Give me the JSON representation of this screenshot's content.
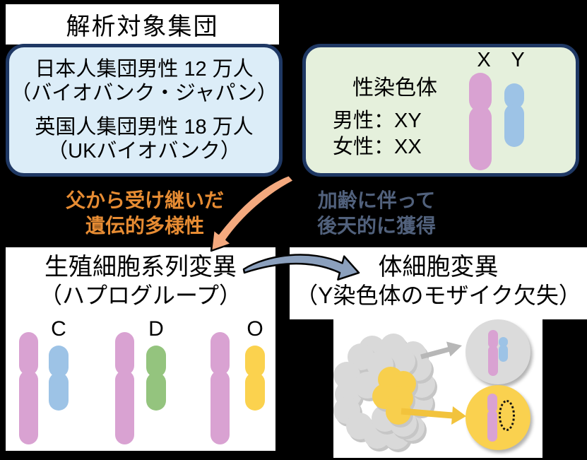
{
  "header": {
    "title": "解析対象集団"
  },
  "population_box": {
    "lines": [
      "日本人集団男性 12 万人",
      "（バイオバンク・ジャパン）",
      "英国人集団男性 18 万人",
      "（UKバイオバンク）"
    ]
  },
  "sex_chromosome_box": {
    "title": "性染色体",
    "male_label": "男性：XY",
    "female_label": "女性：XX",
    "x_label": "X",
    "y_label": "Y"
  },
  "annotations": {
    "paternal": {
      "lines": [
        "父から受け継いだ",
        "遺伝的多様性"
      ],
      "color": "#e78c33"
    },
    "aging": {
      "lines": [
        "加齢に伴って",
        "後天的に獲得"
      ],
      "color": "#51617c"
    }
  },
  "germline_panel": {
    "title_lines": [
      "生殖細胞系列変異",
      "（ハプログループ）"
    ],
    "haplogroups": [
      {
        "label": "C",
        "color": "#9dc3e6"
      },
      {
        "label": "D",
        "color": "#94c47e"
      },
      {
        "label": "O",
        "color": "#fbd24e"
      }
    ]
  },
  "somatic_panel": {
    "title_lines": [
      "体細胞変異",
      "（Y染色体のモザイク欠失）"
    ]
  },
  "icons": {
    "orange_curved_arrow": "inherited-from-father-arrow",
    "slate_curved_arrow": "acquired-with-aging-arrow",
    "gray_cell_arrow": "normal-cell-zoom-arrow",
    "yellow_cell_arrow": "loy-cell-zoom-arrow"
  },
  "colors": {
    "background": "#000000",
    "panel_white": "#ffffff",
    "box_border_navy": "#1f3864",
    "blue_box_fill": "#dcedf8",
    "green_box_fill": "#e5f0dc",
    "chromosome_pink": "#d9a2d2",
    "chromosome_blue": "#9dc3e6",
    "chromosome_green": "#94c47e",
    "chromosome_yellow": "#fbd24e",
    "orange_arrow_fill": "#f4a97e",
    "slate_arrow_fill": "#8ba0bd",
    "cell_gray": "#d9d9d9",
    "cell_shadow": "#c6c6c6",
    "cell_yellow": "#f8cf4d",
    "big_circle_gray": "#dbdbdb",
    "big_circle_yellow": "#fad14f",
    "gray_arrow": "#b7b7b7",
    "yellow_arrow": "#f2c33c"
  }
}
